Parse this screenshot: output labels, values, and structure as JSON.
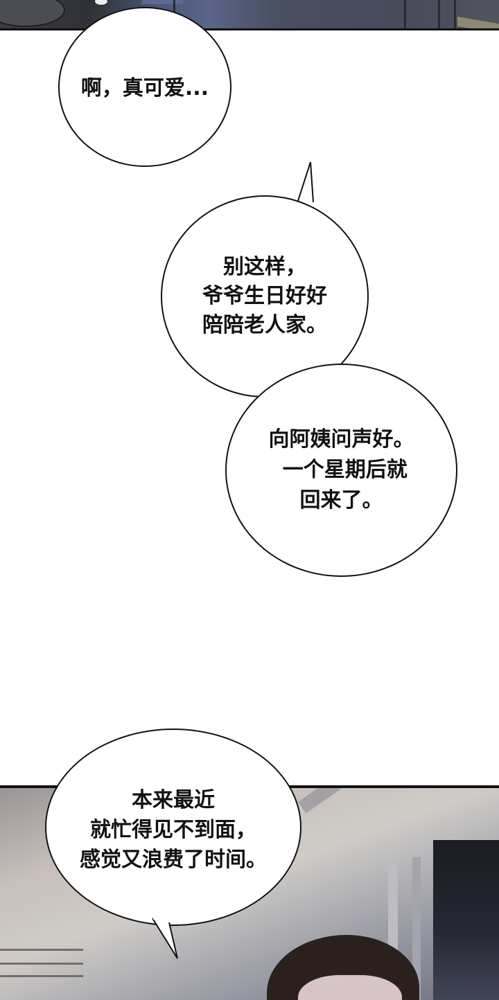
{
  "panels": {
    "top": {
      "description": "dark blue-grey interior scene (cropped)",
      "colors": {
        "base": "#484b5a",
        "accent": "#5a6588",
        "border": "#111111"
      }
    },
    "bottom": {
      "description": "room corner with window at night, character with dark hair",
      "colors": {
        "wall": "#cfccc8",
        "window": "#1b1c22",
        "hair": "#2a201e",
        "border": "#111111"
      }
    }
  },
  "bubbles": [
    {
      "id": "bubble-1",
      "text": "啊，真可爱..."
    },
    {
      "id": "bubble-2",
      "lines": [
        "  别这样，",
        "爷爷生日好好",
        "陪陪老人家。"
      ],
      "text": "别这样，\n爷爷生日好好\n陪陪老人家。"
    },
    {
      "id": "bubble-3",
      "lines": [
        "向阿姨问声好。",
        "一个星期后就",
        "回来了。"
      ],
      "text": "向阿姨问声好。\n 一个星期后就\n回来了。"
    },
    {
      "id": "bubble-4",
      "lines": [
        "本来最近",
        "就忙得见不到面，",
        "感觉又浪费了时间。"
      ],
      "text": "本来最近\n就忙得见不到面，\n感觉又浪费了时间。"
    }
  ],
  "icons": {
    "speech-tail-up": "tail pointing up",
    "speech-tail-down": "tail pointing down-left"
  },
  "page_background": "#ffffff"
}
